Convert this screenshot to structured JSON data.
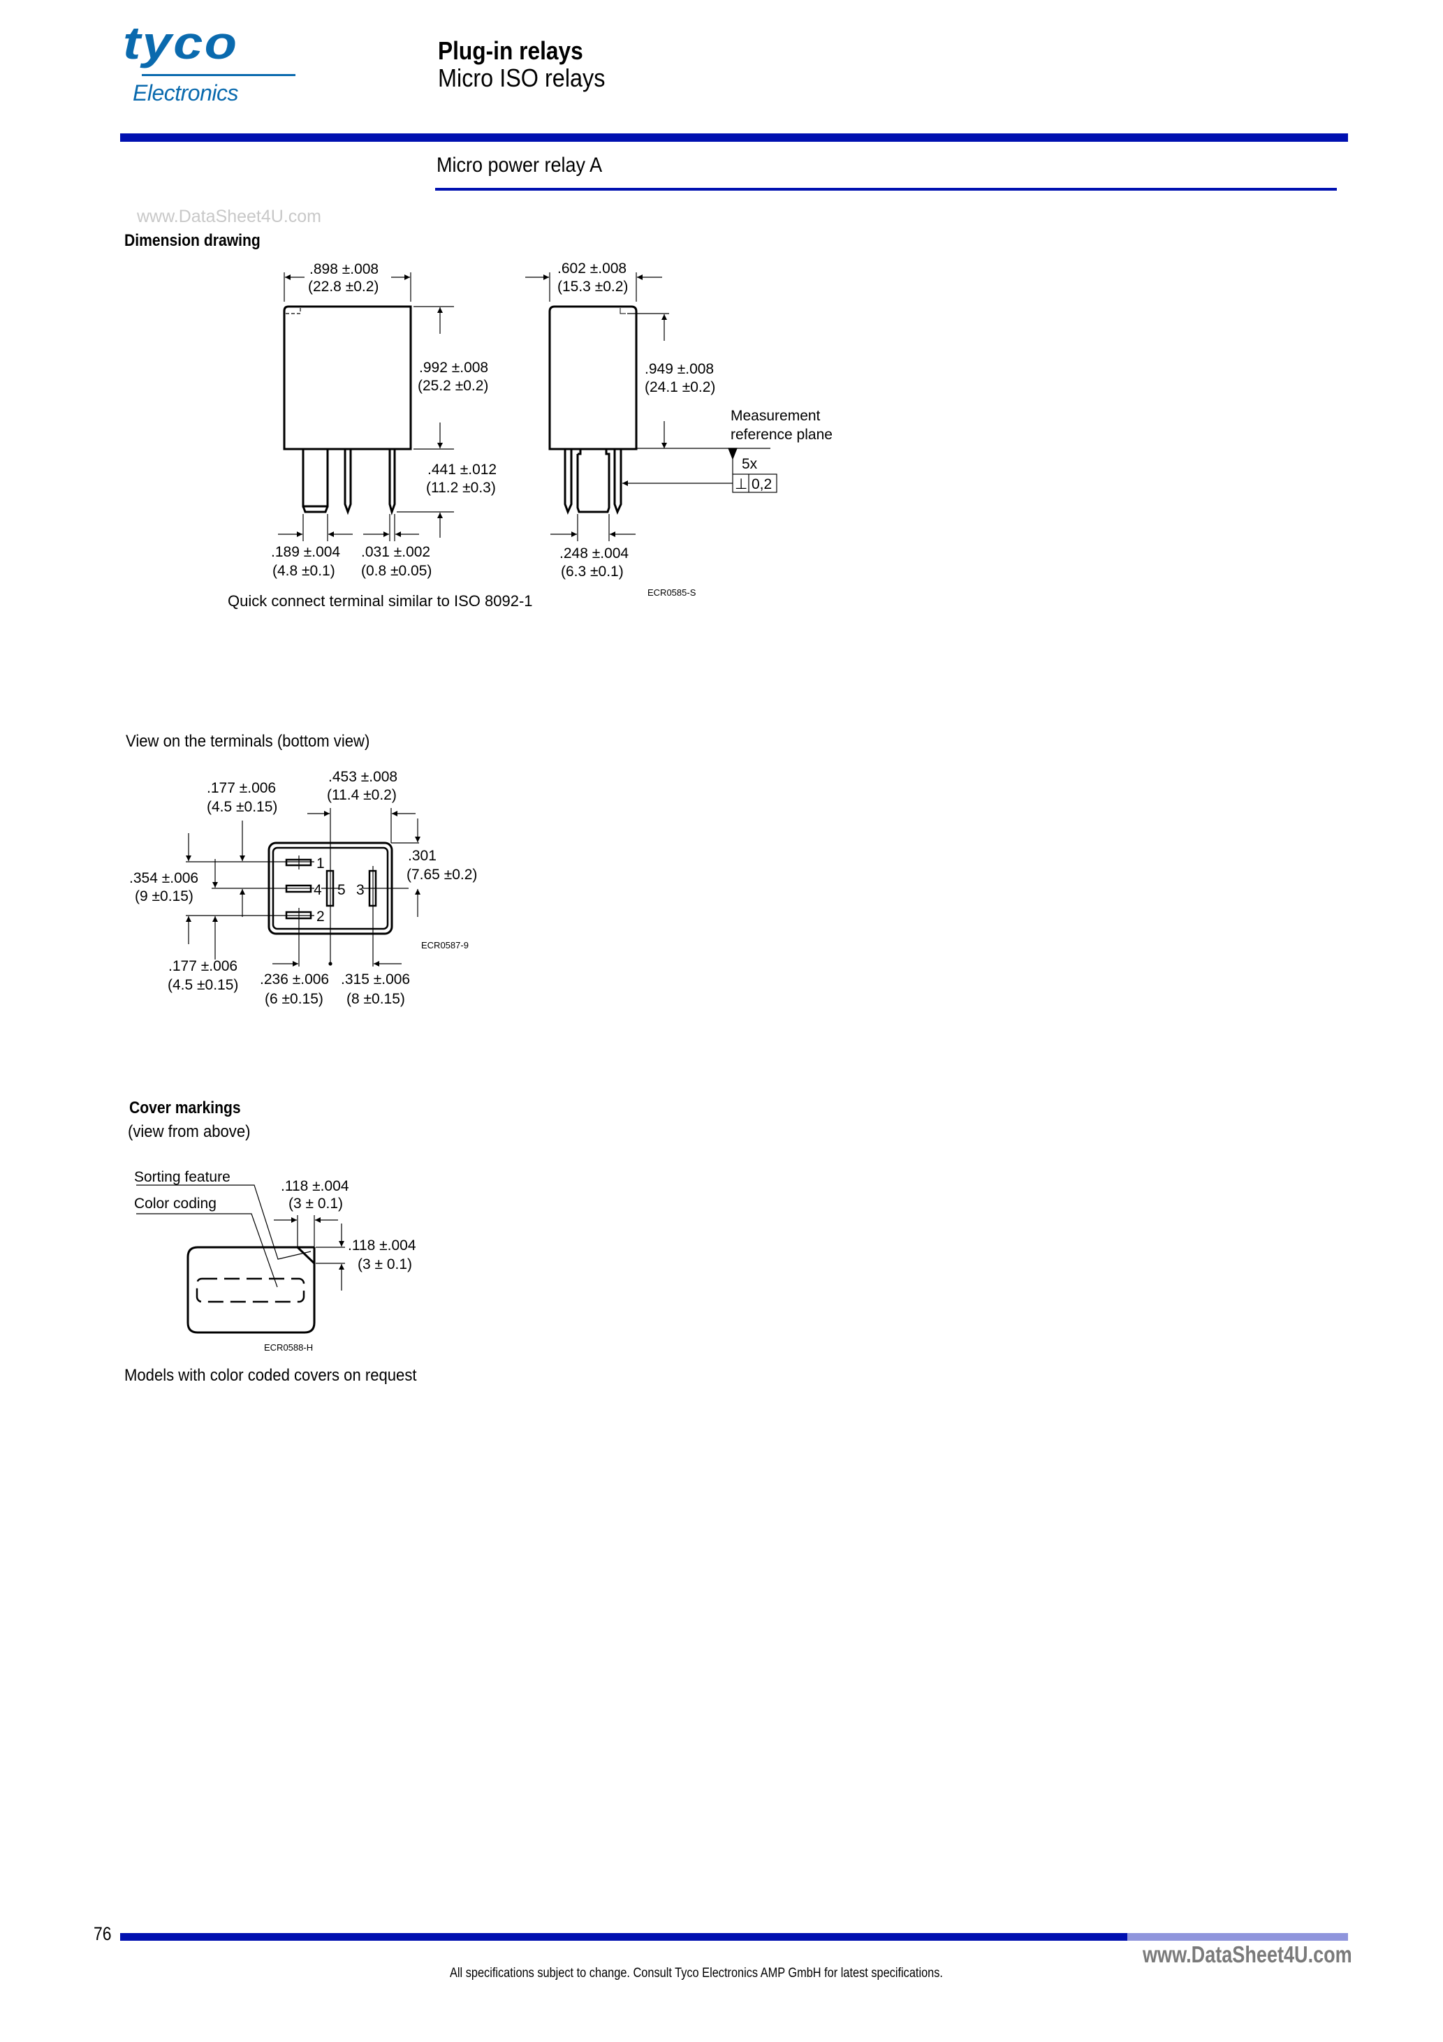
{
  "header": {
    "logo_brand": "tyco",
    "logo_sub": "Electronics",
    "title": "Plug-in relays",
    "subtitle": "Micro ISO relays",
    "section": "Micro power relay A",
    "colors": {
      "logo": "#0a6aae",
      "bar": "#0010b0",
      "bar_light": "#8f95dc"
    }
  },
  "watermark": {
    "top": "www.DataSheet4U.com",
    "bottom": "www.DataSheet4U.com"
  },
  "dimension_drawing": {
    "heading": "Dimension drawing",
    "width_in": ".898 ±.008",
    "width_mm": "(22.8 ±0.2)",
    "height_in": ".992 ±.008",
    "height_mm": "(25.2 ±0.2)",
    "pin_len_in": ".441 ±.012",
    "pin_len_mm": "(11.2 ±0.3)",
    "pin_wide_in": ".189 ±.004",
    "pin_wide_mm": "(4.8 ±0.1)",
    "pin_thin_in": ".031 ±.002",
    "pin_thin_mm": "(0.8 ±0.05)",
    "depth_in": ".602 ±.008",
    "depth_mm": "(15.3 ±0.2)",
    "side_height_in": ".949 ±.008",
    "side_height_mm": "(24.1 ±0.2)",
    "ref_plane_line1": "Measurement",
    "ref_plane_line2": "reference plane",
    "count": "5x",
    "tolerance_symbol": "⊥",
    "tolerance_value": "0,2",
    "pin_side_in": ".248 ±.004",
    "pin_side_mm": "(6.3 ±0.1)",
    "code": "ECR0585-S",
    "caption": "Quick connect terminal similar to ISO 8092-1"
  },
  "terminal_view": {
    "heading": "View on the terminals (bottom view)",
    "top_left_in": ".177 ±.006",
    "top_left_mm": "(4.5 ±0.15)",
    "top_in": ".453 ±.008",
    "top_mm": "(11.4 ±0.2)",
    "right_in": ".301",
    "right_mm": "(7.65 ±0.2)",
    "left_in": ".354 ±.006",
    "left_mm": "(9 ±0.15)",
    "bottom_left_in": ".177 ±.006",
    "bottom_left_mm": "(4.5 ±0.15)",
    "bottom_mid_in": ".236 ±.006",
    "bottom_mid_mm": "(6 ±0.15)",
    "bottom_right_in": ".315 ±.006",
    "bottom_right_mm": "(8 ±0.15)",
    "pins": [
      "1",
      "4",
      "2",
      "5",
      "3"
    ],
    "code": "ECR0587-9"
  },
  "cover_markings": {
    "heading": "Cover markings",
    "subheading": "(view from above)",
    "label_sorting": "Sorting feature",
    "label_color": "Color coding",
    "dim_h_in": ".118 ±.004",
    "dim_h_mm": "(3 ± 0.1)",
    "dim_v_in": ".118 ±.004",
    "dim_v_mm": "(3 ± 0.1)",
    "code": "ECR0588-H",
    "note": "Models with color coded covers on request"
  },
  "footer": {
    "page_number": "76",
    "note": "All specifications subject to change. Consult Tyco Electronics AMP GmbH for latest specifications."
  }
}
